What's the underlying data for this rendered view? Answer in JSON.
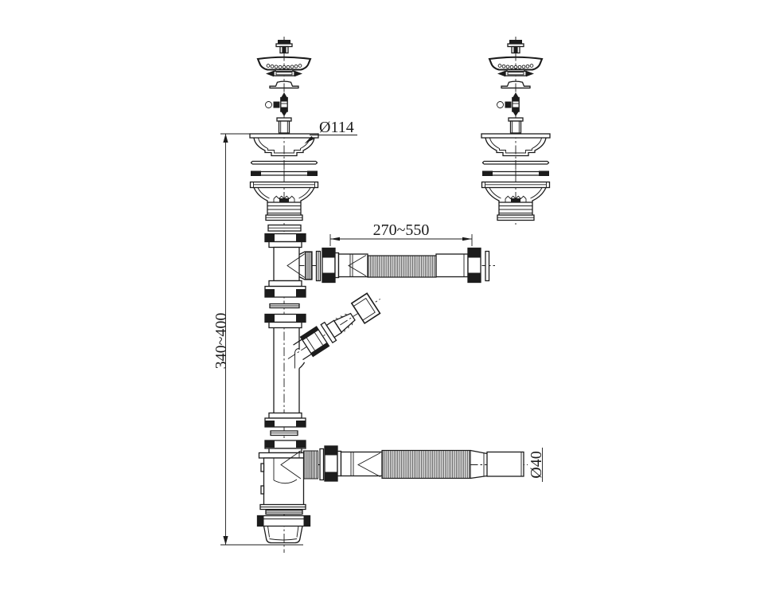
{
  "drawing": {
    "colors": {
      "line": "#1c1c1c",
      "background": "#ffffff"
    },
    "labels": {
      "flange_diameter": "Ø114",
      "hose_length_range": "270~550",
      "height_range": "340~400",
      "outlet_diameter": "Ø40"
    }
  }
}
